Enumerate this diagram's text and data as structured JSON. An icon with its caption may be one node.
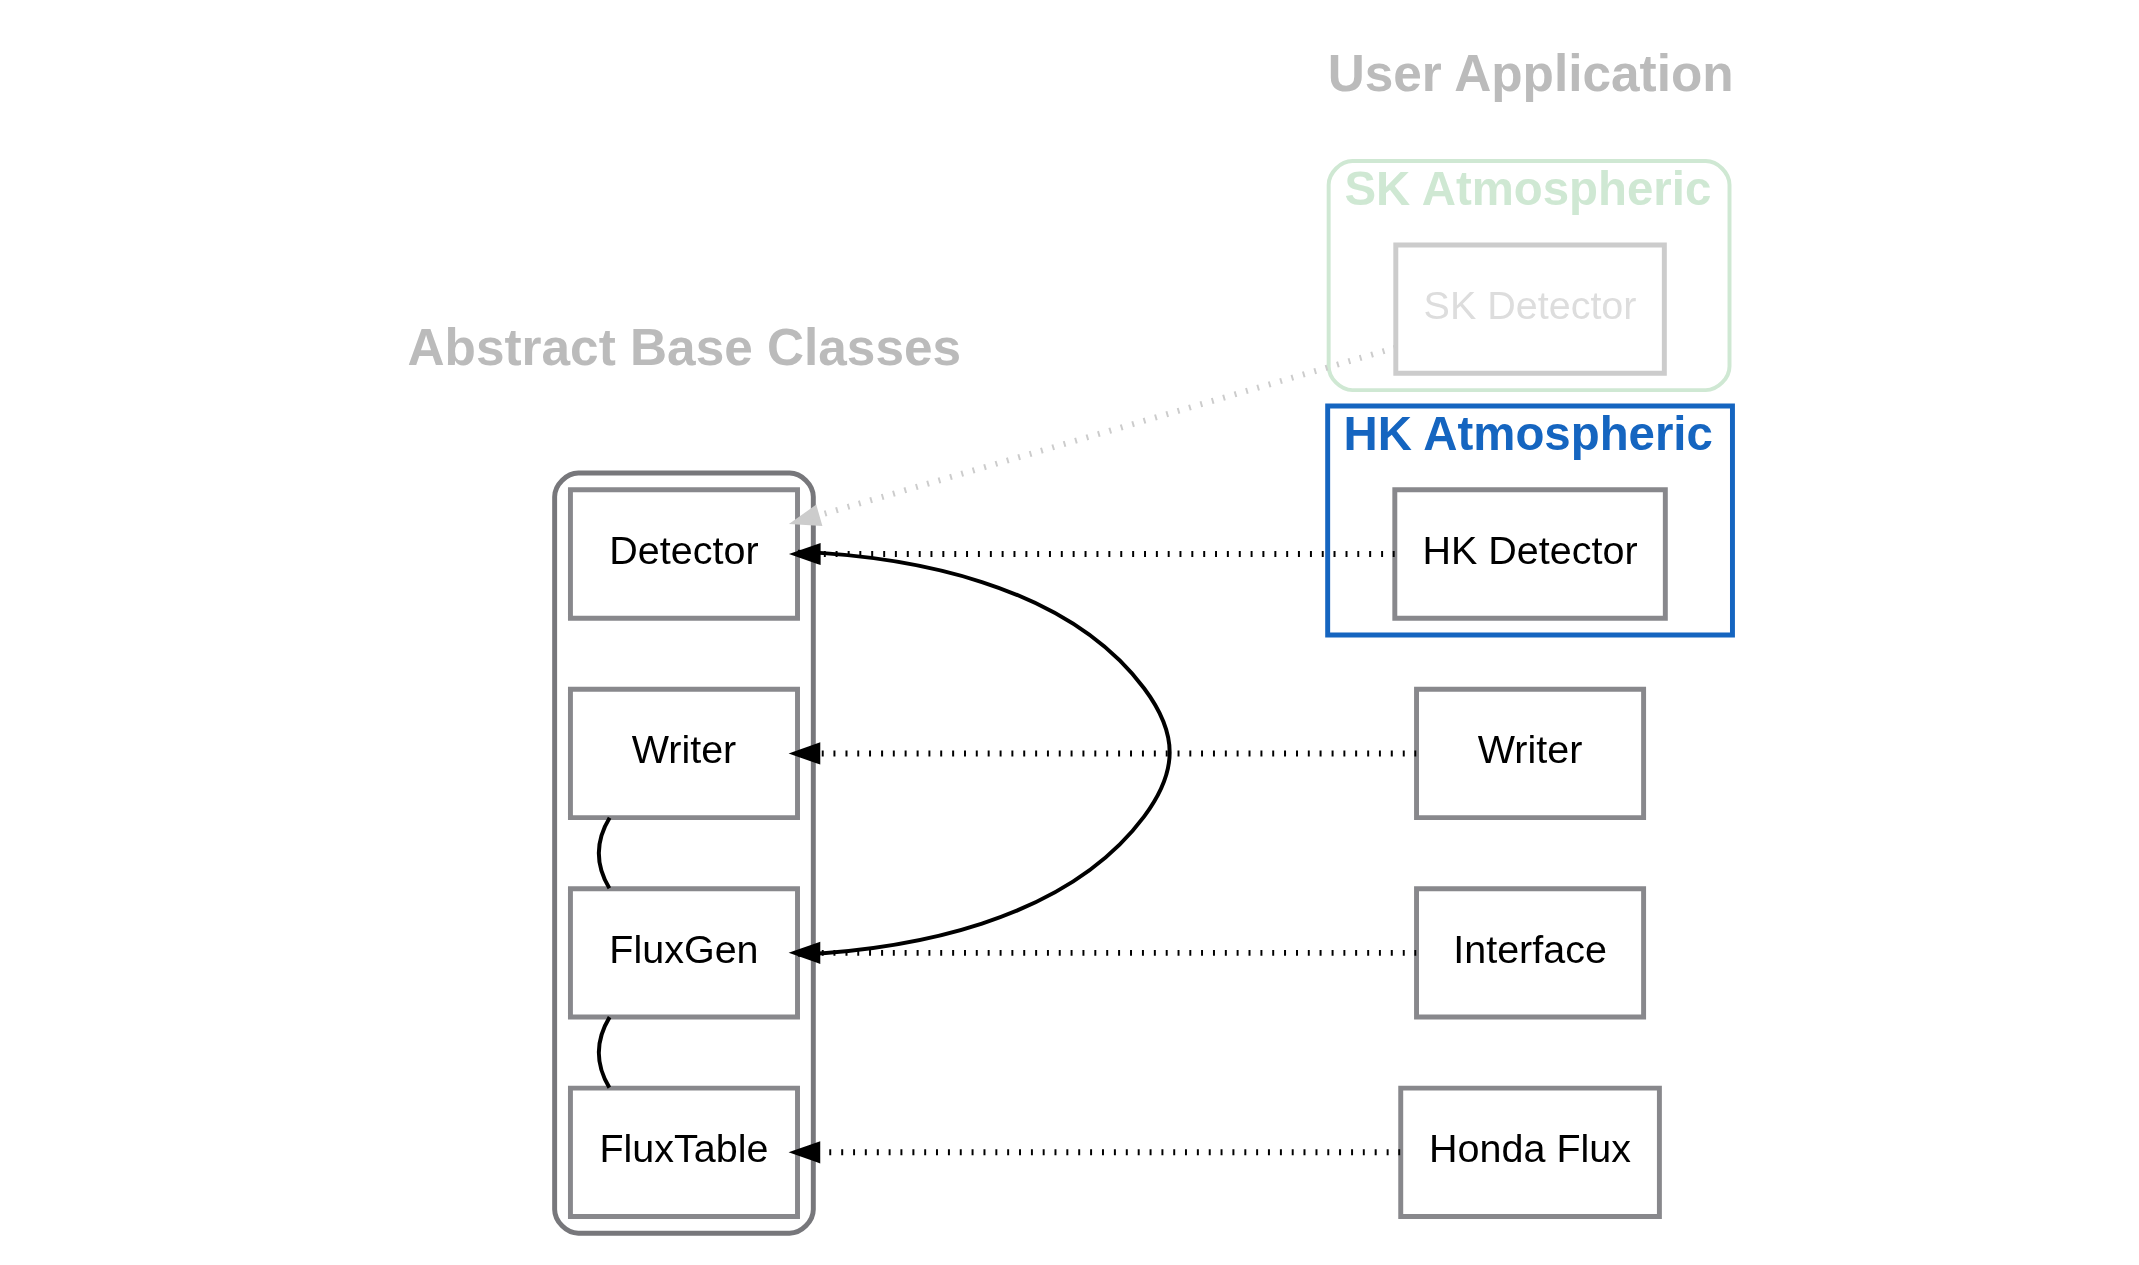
{
  "diagram": {
    "nodes": [
      {
        "text": [],
        "shape": "box"
      },
      {
        "text": [
          "Writer"
        ],
        "in": 0
      },
      {
        "text": [
          "FluxGen"
        ],
        "in": 0
      },
      {
        "text": [
          "FluxTable"
        ],
        "in": 0
      },
      {
        "text": [
          "Detector"
        ],
        "in": 0
      },
      {
        "text": [
          "SK Atmospheric"
        ]
      },
      {
        "text": [
          "HK Atmospheric"
        ]
      },
      {
        "text": [
          "Writer"
        ]
      },
      {
        "text": [
          "SK Detector"
        ],
        "in": 5
      },
      {
        "text": [
          "Interface"
        ]
      },
      {
        "text": [
          "Honda Flux"
        ]
      },
      {
        "text": [
          "HK Detector"
        ],
        "in": 6
      }
    ],
    "edges": [
      {
        "from": 1,
        "to": 2,
        "arrow": "none"
      },
      {
        "from": 2,
        "to": 3,
        "arrow": "none"
      },
      {
        "from": 2,
        "to": 4,
        "arrow": "none"
      },
      {
        "from": 7,
        "to": 1,
        "arrow": "to",
        "style": "dashed"
      },
      {
        "from": 9,
        "to": 2,
        "arrow": "to",
        "style": "dashed"
      },
      {
        "from": 10,
        "to": 3,
        "arrow": "to",
        "style": "dashed"
      },
      {
        "from": 11,
        "to": 4,
        "arrow": "to",
        "style": "dashed"
      },
      {
        "from": 8,
        "to": 4,
        "arrow": "to",
        "style": "dashed",
        "color": "#cccccc"
      }
    ],
    "labels": [
      "Abstract Base Classes",
      "User Application"
    ]
  }
}
